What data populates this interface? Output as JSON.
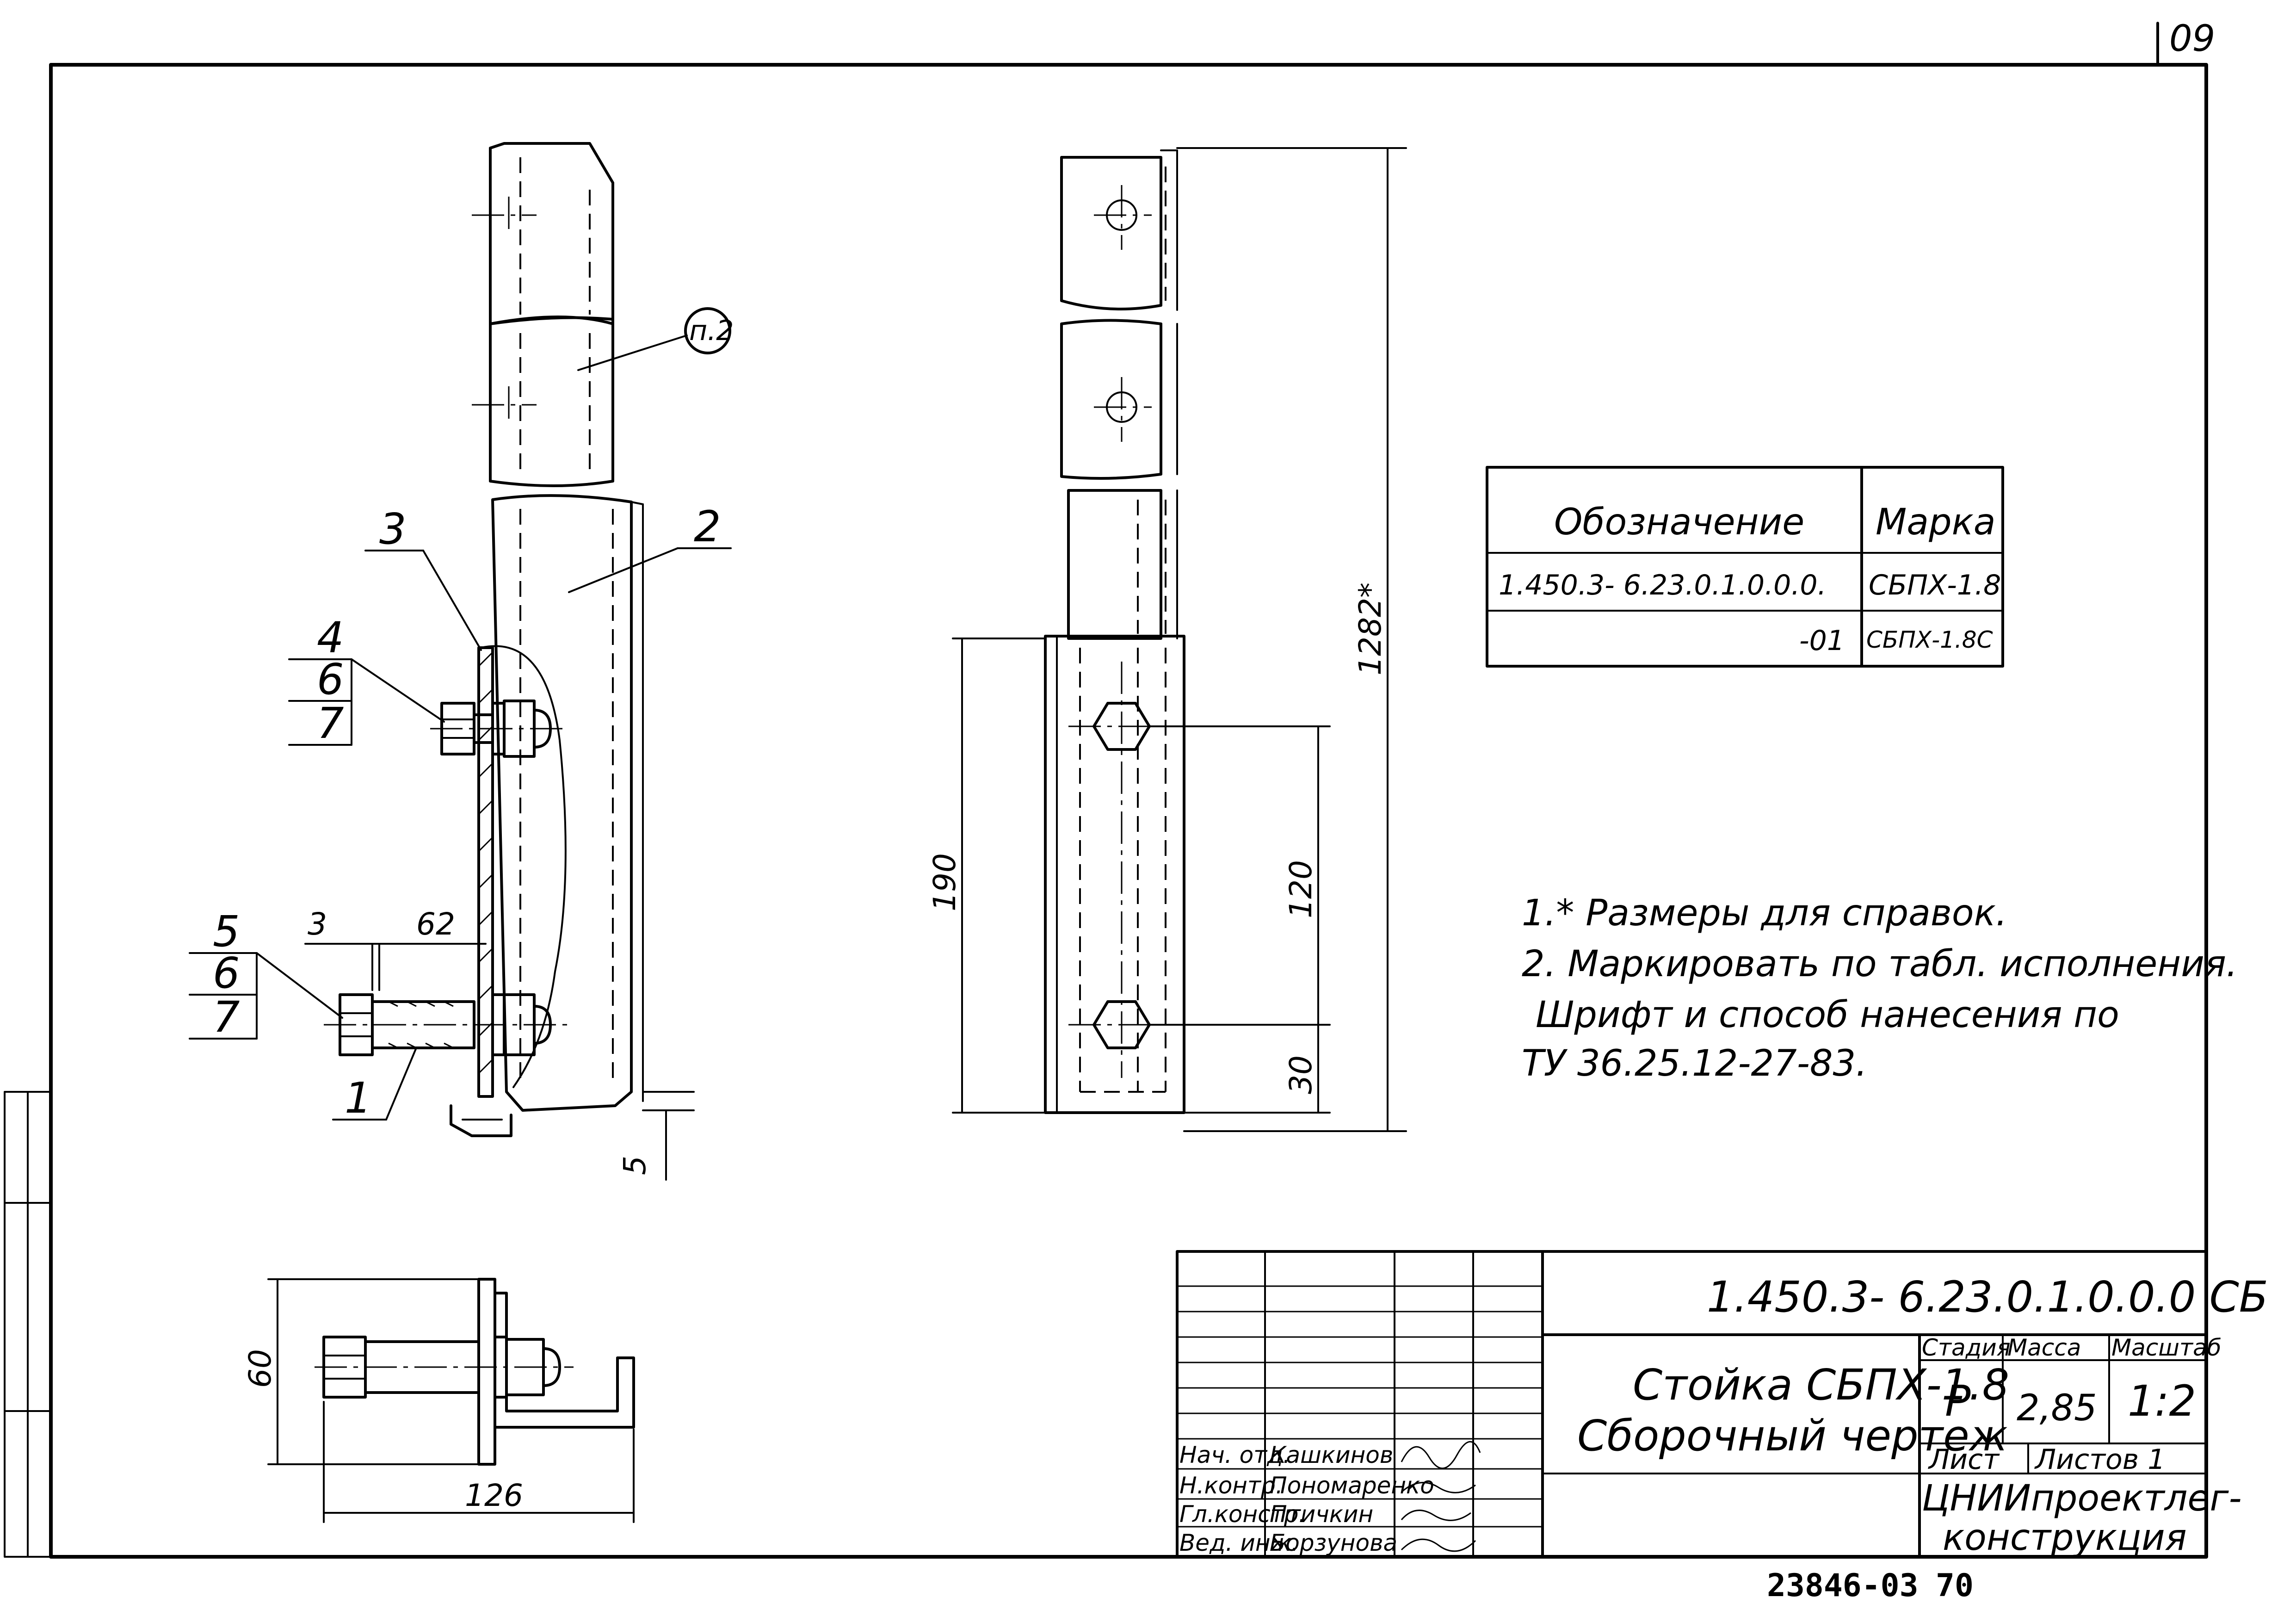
{
  "corner_note": "09",
  "balloon_label": "п.2",
  "part_numbers": {
    "p3": "3",
    "p2": "2",
    "p4": "4",
    "p6a": "6",
    "p7a": "7",
    "p5": "5",
    "p6b": "6",
    "p7b": "7",
    "p1": "1"
  },
  "dimensions": {
    "d3": "3",
    "d62": "62",
    "d5": "5",
    "d190": "190",
    "d120": "120",
    "d30": "30",
    "d1282": "1282*",
    "d60": "60",
    "d126": "126"
  },
  "designation_table": {
    "headers": [
      "Обозначение",
      "Марка"
    ],
    "rows": [
      [
        "1.450.3- 6.23.0.1.0.0.0.",
        "СБПХ-1.8"
      ],
      [
        "-01",
        "СБПХ-1.8С"
      ]
    ]
  },
  "notes": [
    "1.* Размеры для справок.",
    "2. Маркировать по табл. исполнения.",
    "Шрифт и способ нанесения по",
    "ТУ 36.25.12-27-83."
  ],
  "title_block": {
    "document_code": "1.450.3- 6.23.0.1.0.0.0 СБ",
    "title_line1": "Стойка СБПХ-1.8",
    "title_line2": "Сборочный чертеж",
    "stage_label": "Стадия",
    "mass_label": "Масса",
    "scale_label": "Масштаб",
    "stage_value": "Р",
    "mass_value": "2,85",
    "scale_value": "1:2",
    "sheet_label": "Лист",
    "sheets_label": "Листов 1",
    "organization_line1": "ЦНИИпроектлег-",
    "organization_line2": "конструкция",
    "signatures": [
      {
        "role": "Нач. отд.",
        "name": "Кашкинов"
      },
      {
        "role": "Н.контр.",
        "name": "Пономаренко"
      },
      {
        "role": "Гл.констр.",
        "name": "Птичкин"
      },
      {
        "role": "Вед. инж.",
        "name": "Борзунова"
      }
    ]
  },
  "archive_number": "23846-03",
  "page_number": "70"
}
